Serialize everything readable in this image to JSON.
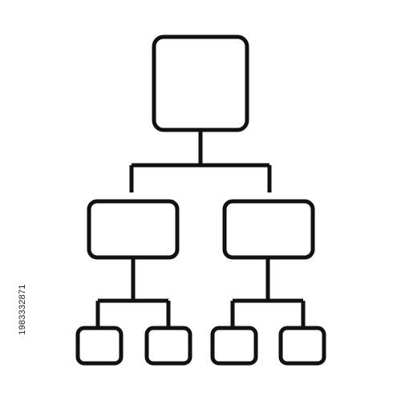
{
  "colors": {
    "background": "#ffffff",
    "stroke": "#111111",
    "fine_print": "#222222"
  },
  "diagram": {
    "icon": "hierarchy-org-chart-icon",
    "levels": [
      {
        "level": 1,
        "boxes": 1
      },
      {
        "level": 2,
        "boxes": 2
      },
      {
        "level": 3,
        "boxes": 4
      }
    ]
  },
  "side_text": {
    "id": "1983332871"
  }
}
